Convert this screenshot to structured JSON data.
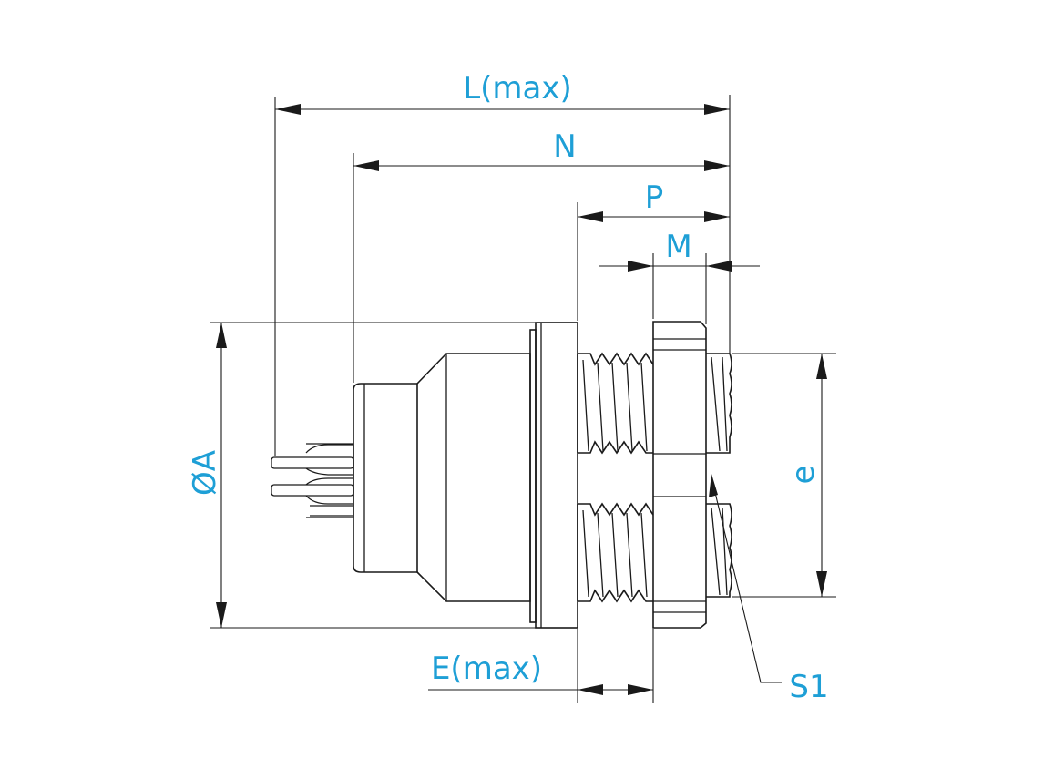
{
  "labels": {
    "L": "L(max)",
    "N": "N",
    "P": "P",
    "M": "M",
    "A": "ØA",
    "e": "e",
    "E": "E(max)",
    "S1": "S1"
  },
  "colors": {
    "label": "#1e9fd6",
    "line": "#1a1a1a"
  }
}
